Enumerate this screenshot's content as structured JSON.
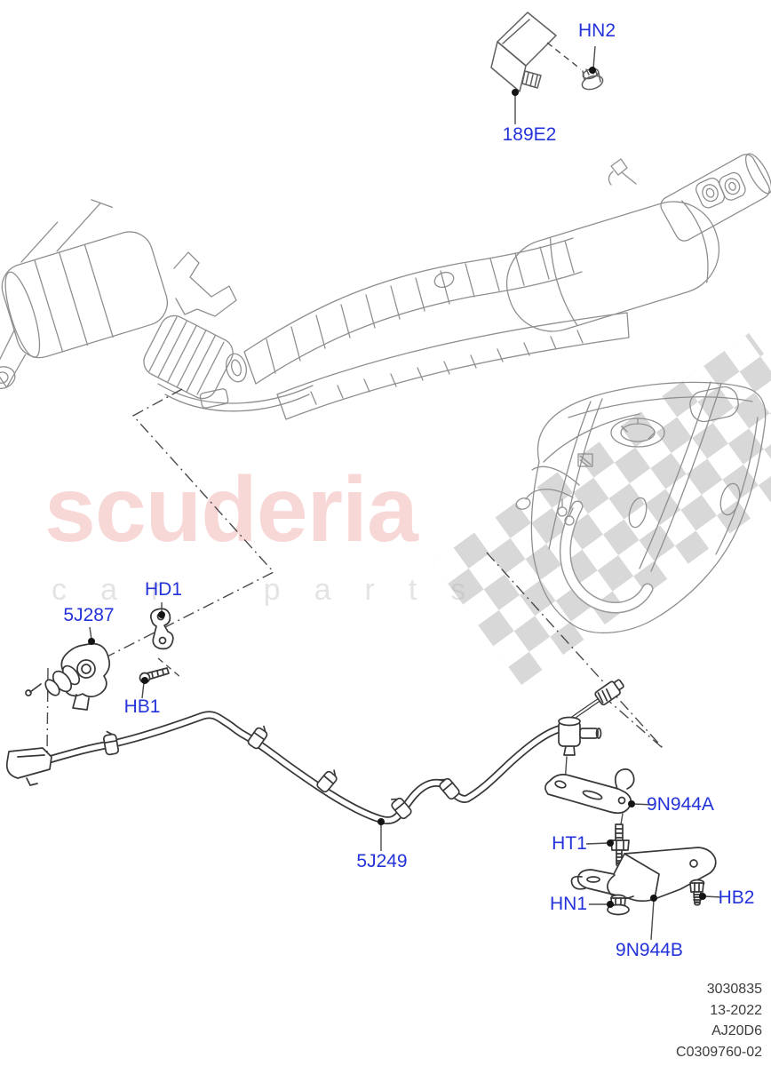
{
  "watermark": {
    "brand": "scuderia",
    "subtitle": "car parts"
  },
  "callouts": [
    {
      "code": "HN2"
    },
    {
      "code": "189E2"
    },
    {
      "code": "HD1"
    },
    {
      "code": "5J287"
    },
    {
      "code": "HB1"
    },
    {
      "code": "5J249"
    },
    {
      "code": "9N944A"
    },
    {
      "code": "HT1"
    },
    {
      "code": "HN1"
    },
    {
      "code": "9N944B"
    },
    {
      "code": "HB2"
    }
  ],
  "footer": {
    "lines": [
      "3030835",
      "13-2022",
      "AJ20D6",
      "C0309760-02"
    ]
  },
  "colors": {
    "callout_blue": "#2433d9",
    "watermark_pink": "#f8d7d7",
    "watermark_gray": "#e4e4e4",
    "checker_gray": "#b2b2b2"
  }
}
